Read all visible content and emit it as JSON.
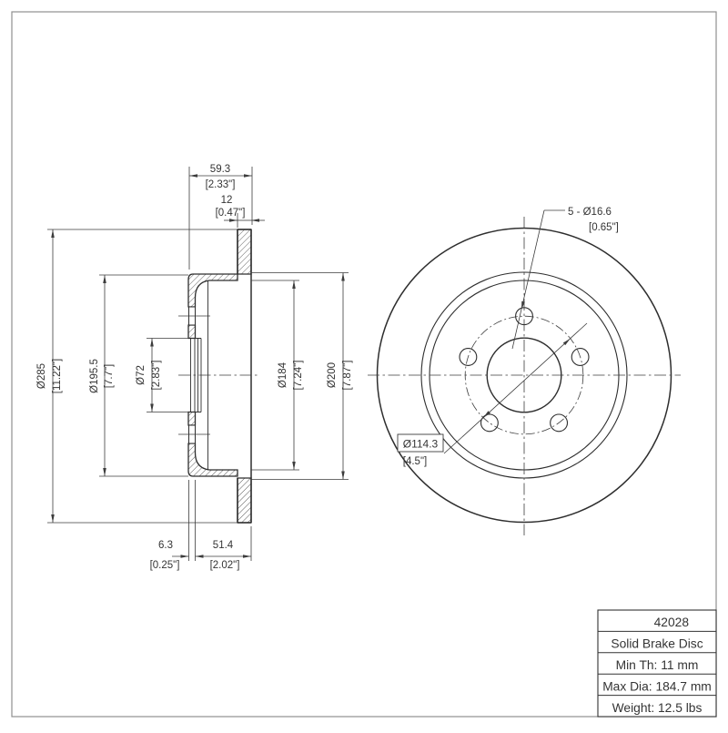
{
  "drawing": {
    "section_dims": {
      "width_total": {
        "mm": "59.3",
        "in": "[2.33\"]"
      },
      "disc_thickness": {
        "mm": "12",
        "in": "[0.47\"]"
      },
      "outer_dia": {
        "mm": "Ø285",
        "in": "[11.22\"]"
      },
      "hat_dia": {
        "mm": "Ø195.5",
        "in": "[7.7\"]"
      },
      "bore_dia": {
        "mm": "Ø72",
        "in": "[2.83\"]"
      },
      "inner_dia": {
        "mm": "Ø184",
        "in": "[7.24\"]"
      },
      "friction_inner_dia": {
        "mm": "Ø200",
        "in": "[7.87\"]"
      },
      "hub_face_offset": {
        "mm": "6.3",
        "in": "[0.25\"]"
      },
      "hat_depth": {
        "mm": "51.4",
        "in": "[2.02\"]"
      }
    },
    "front_dims": {
      "bolt_holes": {
        "mm": "5 - Ø16.6",
        "in": "[0.65\"]"
      },
      "bolt_circle": {
        "mm": "Ø114.3",
        "in": "[4.5\"]"
      }
    },
    "title_block": {
      "part_number": "42028",
      "description": "Solid Brake Disc",
      "min_thickness": "Min Th: 11 mm",
      "max_diameter": "Max Dia: 184.7 mm",
      "weight": "Weight: 12.5 lbs"
    },
    "colors": {
      "line": "#2e2e2e",
      "dim_line": "#3c3c3c",
      "border": "#8f8f8f",
      "background": "#ffffff"
    }
  }
}
